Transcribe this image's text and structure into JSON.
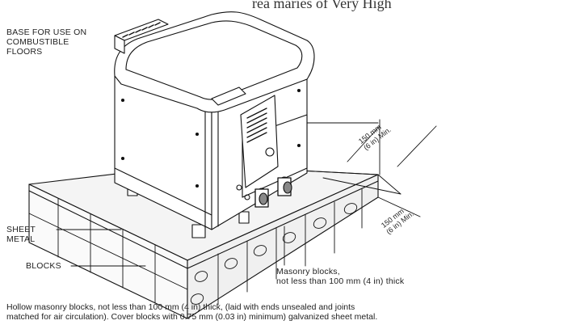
{
  "diagram": {
    "top_partial_text": "rea maries of Very High",
    "labels": {
      "base": "BASE FOR USE ON\nCOMBUSTIBLE\nFLOORS",
      "sheet_metal": "SHEET\nMETAL",
      "blocks": "BLOCKS",
      "masonry": "Masonry blocks,\nnot less than 100 mm (4 in) thick"
    },
    "dimensions": {
      "top": "150 mm\n(6 in) Min.",
      "bottom": "150 mm\n(6 in) Min."
    },
    "caption": "Hollow masonry blocks, not less than 100 mm (4 in) thick, (laid with ends unsealed and joints\nmatched for air circulation). Cover blocks with 0.75 mm (0.03 in) minimum) galvanized sheet metal."
  }
}
